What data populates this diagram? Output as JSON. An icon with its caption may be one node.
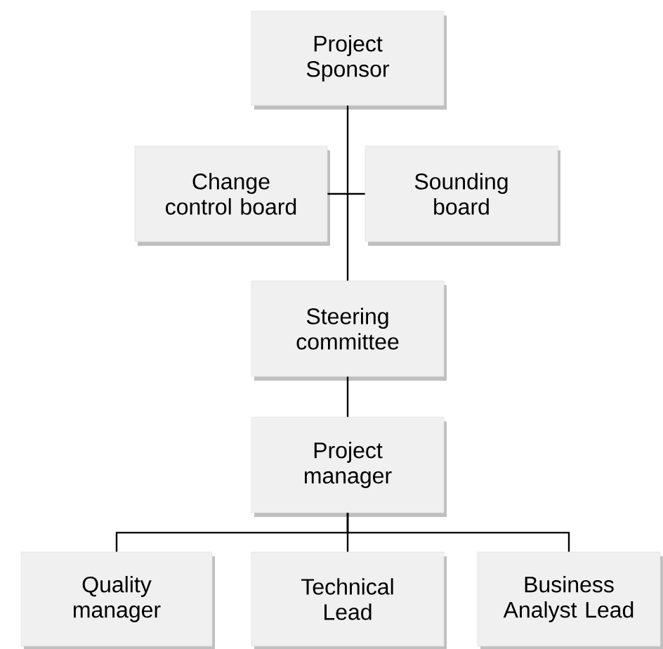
{
  "diagram": {
    "nodes": [
      {
        "text": [
          "Project Sponsor"
        ]
      },
      {
        "text": [
          "Change control board"
        ]
      },
      {
        "text": [
          "Sounding board"
        ]
      },
      {
        "text": [
          "Steering committee"
        ]
      },
      {
        "text": [
          "Project manager"
        ]
      },
      {
        "text": [
          "Quality manager"
        ]
      },
      {
        "text": [
          "Technical Lead"
        ]
      },
      {
        "text": [
          "Business Analyst Lead"
        ]
      }
    ],
    "edges": [
      {
        "from": 0,
        "to": 3,
        "arrow": "none"
      },
      {
        "from": 1,
        "to": 2,
        "arrow": "none"
      },
      {
        "from": 3,
        "to": 4,
        "arrow": "none"
      },
      {
        "from": 4,
        "to": 5,
        "arrow": "none"
      },
      {
        "from": 4,
        "to": 6,
        "arrow": "none"
      },
      {
        "from": 4,
        "to": 7,
        "arrow": "none"
      }
    ]
  }
}
